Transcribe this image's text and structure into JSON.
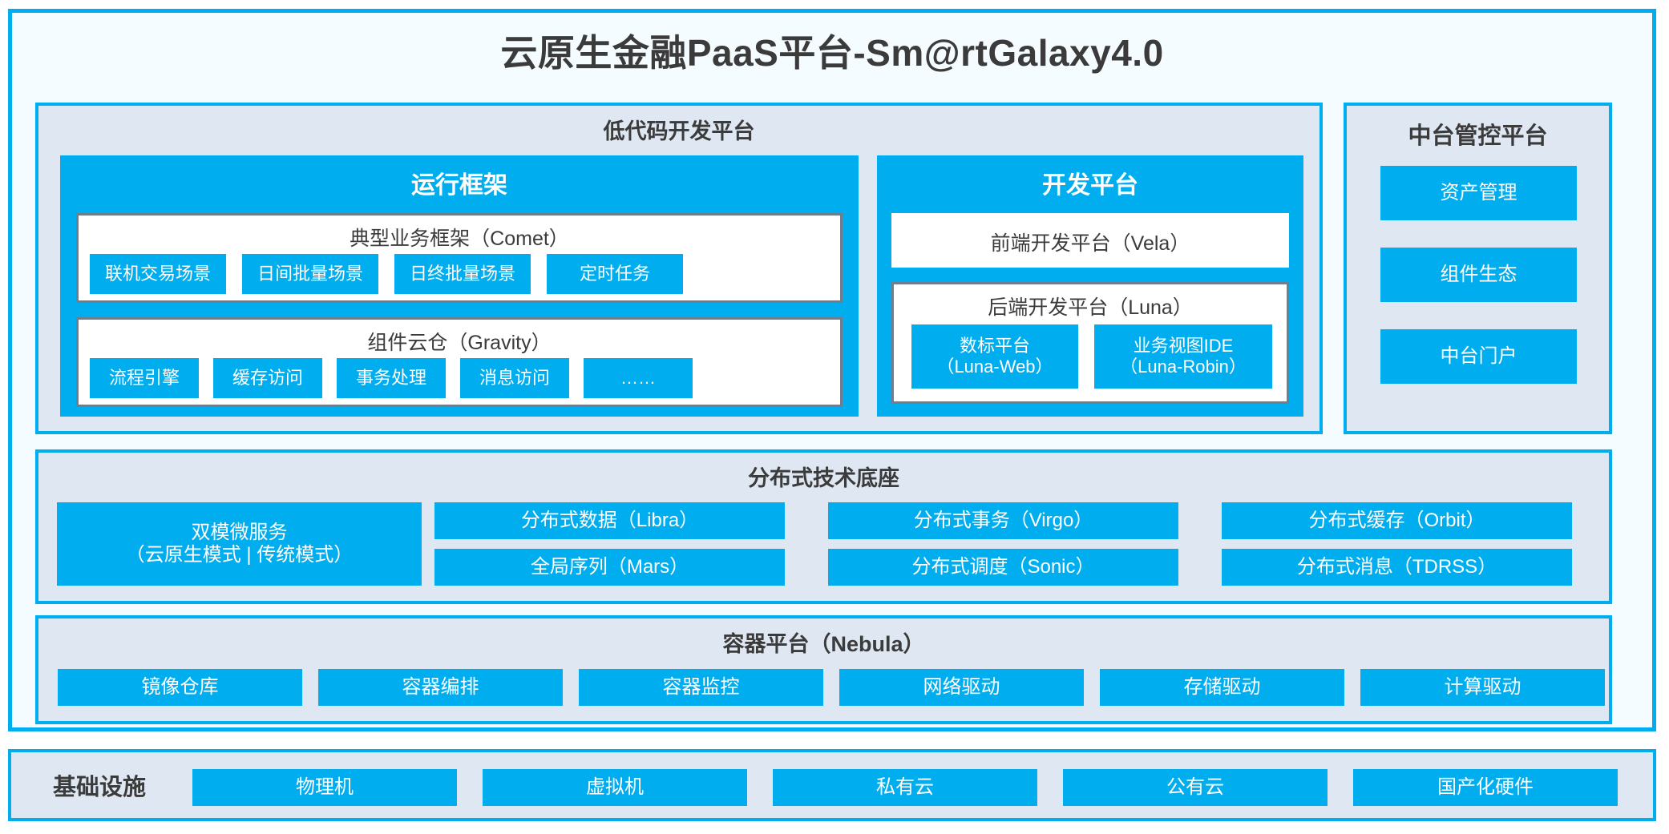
{
  "title": "云原生金融PaaS平台-Sm@rtGalaxy4.0",
  "colors": {
    "accent_blue": "#00AEEF",
    "panel_bg": "#DEE7F2",
    "frame_bg": "#F5FCFF",
    "card_border_grey": "#707D8C",
    "text_dark": "#3B3B3B"
  },
  "lowcode": {
    "title": "低代码开发平台",
    "runtime": {
      "title": "运行框架",
      "comet": {
        "title": "典型业务框架（Comet）",
        "chips": [
          "联机交易场景",
          "日间批量场景",
          "日终批量场景",
          "定时任务"
        ]
      },
      "gravity": {
        "title": "组件云仓（Gravity）",
        "chips": [
          "流程引擎",
          "缓存访问",
          "事务处理",
          "消息访问",
          "……"
        ]
      }
    },
    "devplatform": {
      "title": "开发平台",
      "vela": {
        "title": "前端开发平台（Vela）"
      },
      "luna": {
        "title": "后端开发平台（Luna）",
        "chips": [
          {
            "line1": "数标平台",
            "line2": "（Luna-Web）"
          },
          {
            "line1": "业务视图IDE",
            "line2": "（Luna-Robin）"
          }
        ]
      }
    }
  },
  "midoffice": {
    "title": "中台管控平台",
    "chips": [
      "资产管理",
      "组件生态",
      "中台门户"
    ]
  },
  "distributed": {
    "title": "分布式技术底座",
    "microservice": {
      "line1": "双模微服务",
      "line2": "（云原生模式 | 传统模式）"
    },
    "grid": [
      [
        "分布式数据（Libra）",
        "分布式事务（Virgo）",
        "分布式缓存（Orbit）"
      ],
      [
        "全局序列（Mars）",
        "分布式调度（Sonic）",
        "分布式消息（TDRSS）"
      ]
    ]
  },
  "container": {
    "title": "容器平台（Nebula）",
    "chips": [
      "镜像仓库",
      "容器编排",
      "容器监控",
      "网络驱动",
      "存储驱动",
      "计算驱动"
    ]
  },
  "infrastructure": {
    "label": "基础设施",
    "chips": [
      "物理机",
      "虚拟机",
      "私有云",
      "公有云",
      "国产化硬件"
    ]
  }
}
